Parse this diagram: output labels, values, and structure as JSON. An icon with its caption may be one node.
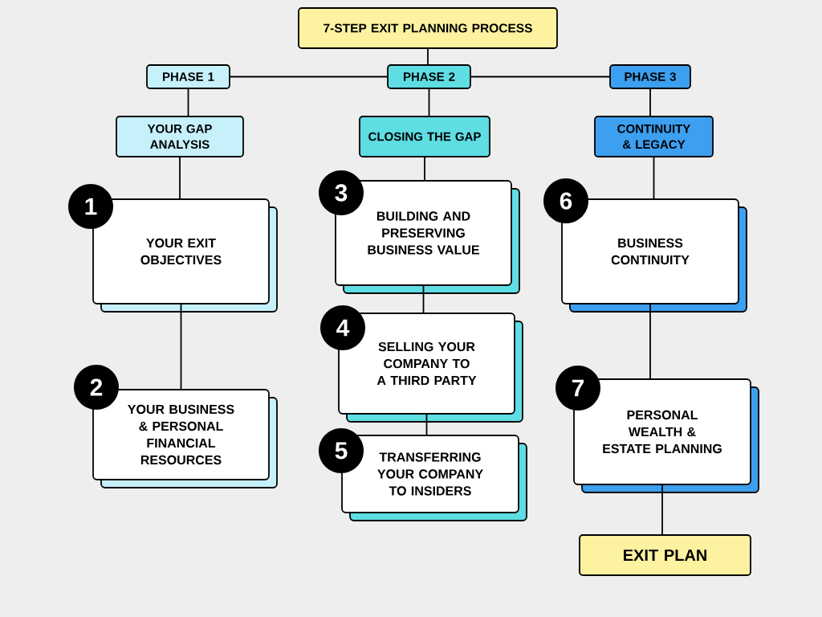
{
  "diagram": {
    "nodes": [
      {
        "text": [
          "7-STEP EXIT PLANNING PROCESS"
        ]
      },
      {
        "text": [
          "PHASE 1"
        ]
      },
      {
        "text": [
          "PHASE 2"
        ]
      },
      {
        "text": [
          "PHASE 3"
        ]
      },
      {
        "text": [
          "YOUR GAP ANALYSIS"
        ]
      },
      {
        "text": [
          "CLOSING THE GAP"
        ]
      },
      {
        "text": [
          "CONTINUITY & LEGACY"
        ]
      },
      {
        "text": [
          "1",
          "YOUR EXIT OBJECTIVES"
        ]
      },
      {
        "text": [
          "2",
          "YOUR BUSINESS & PERSONAL FINANCIAL RESOURCES"
        ]
      },
      {
        "text": [
          "3",
          "BUILDING AND PRESERVING BUSINESS VALUE"
        ]
      },
      {
        "text": [
          "4",
          "SELLING YOUR COMPANY TO A THIRD PARTY"
        ]
      },
      {
        "text": [
          "5",
          "TRANSFERRING YOUR COMPANY TO INSIDERS"
        ]
      },
      {
        "text": [
          "6",
          "BUSINESS CONTINUITY"
        ]
      },
      {
        "text": [
          "7",
          "PERSONAL WEALTH & ESTATE PLANNING"
        ]
      },
      {
        "text": [
          "EXIT PLAN"
        ]
      }
    ],
    "edges": [
      {
        "from": 0,
        "to": 2,
        "arrow": "none"
      },
      {
        "from": 1,
        "to": 2,
        "arrow": "none"
      },
      {
        "from": 2,
        "to": 3,
        "arrow": "none"
      },
      {
        "from": 1,
        "to": 4,
        "arrow": "none"
      },
      {
        "from": 2,
        "to": 5,
        "arrow": "none"
      },
      {
        "from": 3,
        "to": 6,
        "arrow": "none"
      },
      {
        "from": 4,
        "to": 7,
        "arrow": "none"
      },
      {
        "from": 7,
        "to": 8,
        "arrow": "none"
      },
      {
        "from": 5,
        "to": 9,
        "arrow": "none"
      },
      {
        "from": 9,
        "to": 10,
        "arrow": "none"
      },
      {
        "from": 10,
        "to": 11,
        "arrow": "none"
      },
      {
        "from": 6,
        "to": 12,
        "arrow": "none"
      },
      {
        "from": 12,
        "to": 13,
        "arrow": "none"
      },
      {
        "from": 13,
        "to": 14,
        "arrow": "none"
      }
    ]
  }
}
